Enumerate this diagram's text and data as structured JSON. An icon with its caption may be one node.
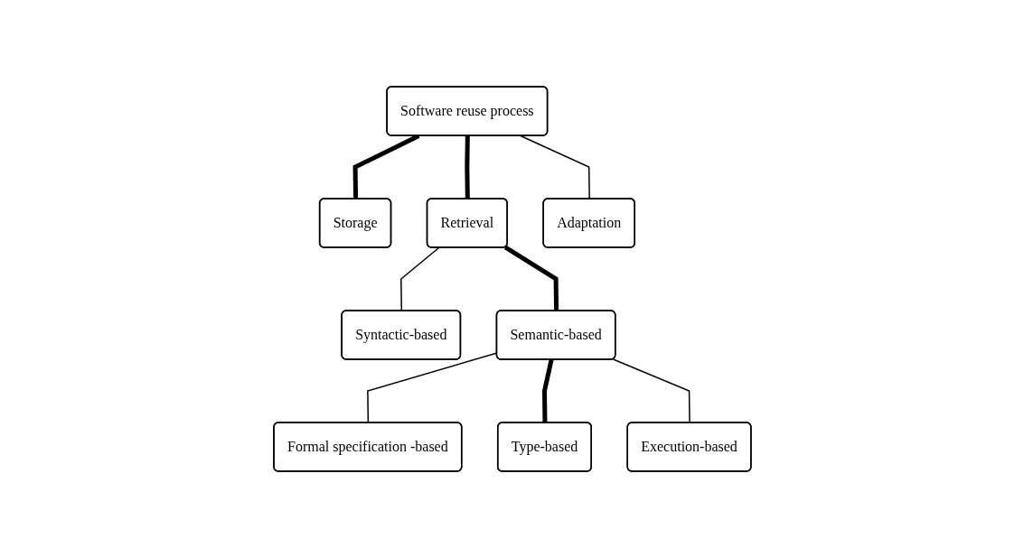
{
  "diagram": {
    "nodes": [
      {
        "text": [
          "Software reuse process"
        ]
      },
      {
        "text": [
          "Storage"
        ]
      },
      {
        "text": [
          "Retrieval"
        ]
      },
      {
        "text": [
          "Adaptation"
        ]
      },
      {
        "text": [
          "Syntactic-based"
        ]
      },
      {
        "text": [
          "Semantic-based"
        ]
      },
      {
        "text": [
          "Formal specification -based"
        ]
      },
      {
        "text": [
          "Type-based"
        ]
      },
      {
        "text": [
          "Execution-based"
        ]
      }
    ],
    "edges": [
      {
        "from": 0,
        "to": 1,
        "arrow": "none",
        "style": "thick"
      },
      {
        "from": 0,
        "to": 2,
        "arrow": "none",
        "style": "thick"
      },
      {
        "from": 0,
        "to": 3,
        "arrow": "none"
      },
      {
        "from": 2,
        "to": 4,
        "arrow": "none"
      },
      {
        "from": 2,
        "to": 5,
        "arrow": "none",
        "style": "thick"
      },
      {
        "from": 5,
        "to": 6,
        "arrow": "none"
      },
      {
        "from": 5,
        "to": 7,
        "arrow": "none",
        "style": "thick"
      },
      {
        "from": 5,
        "to": 8,
        "arrow": "none"
      }
    ]
  }
}
